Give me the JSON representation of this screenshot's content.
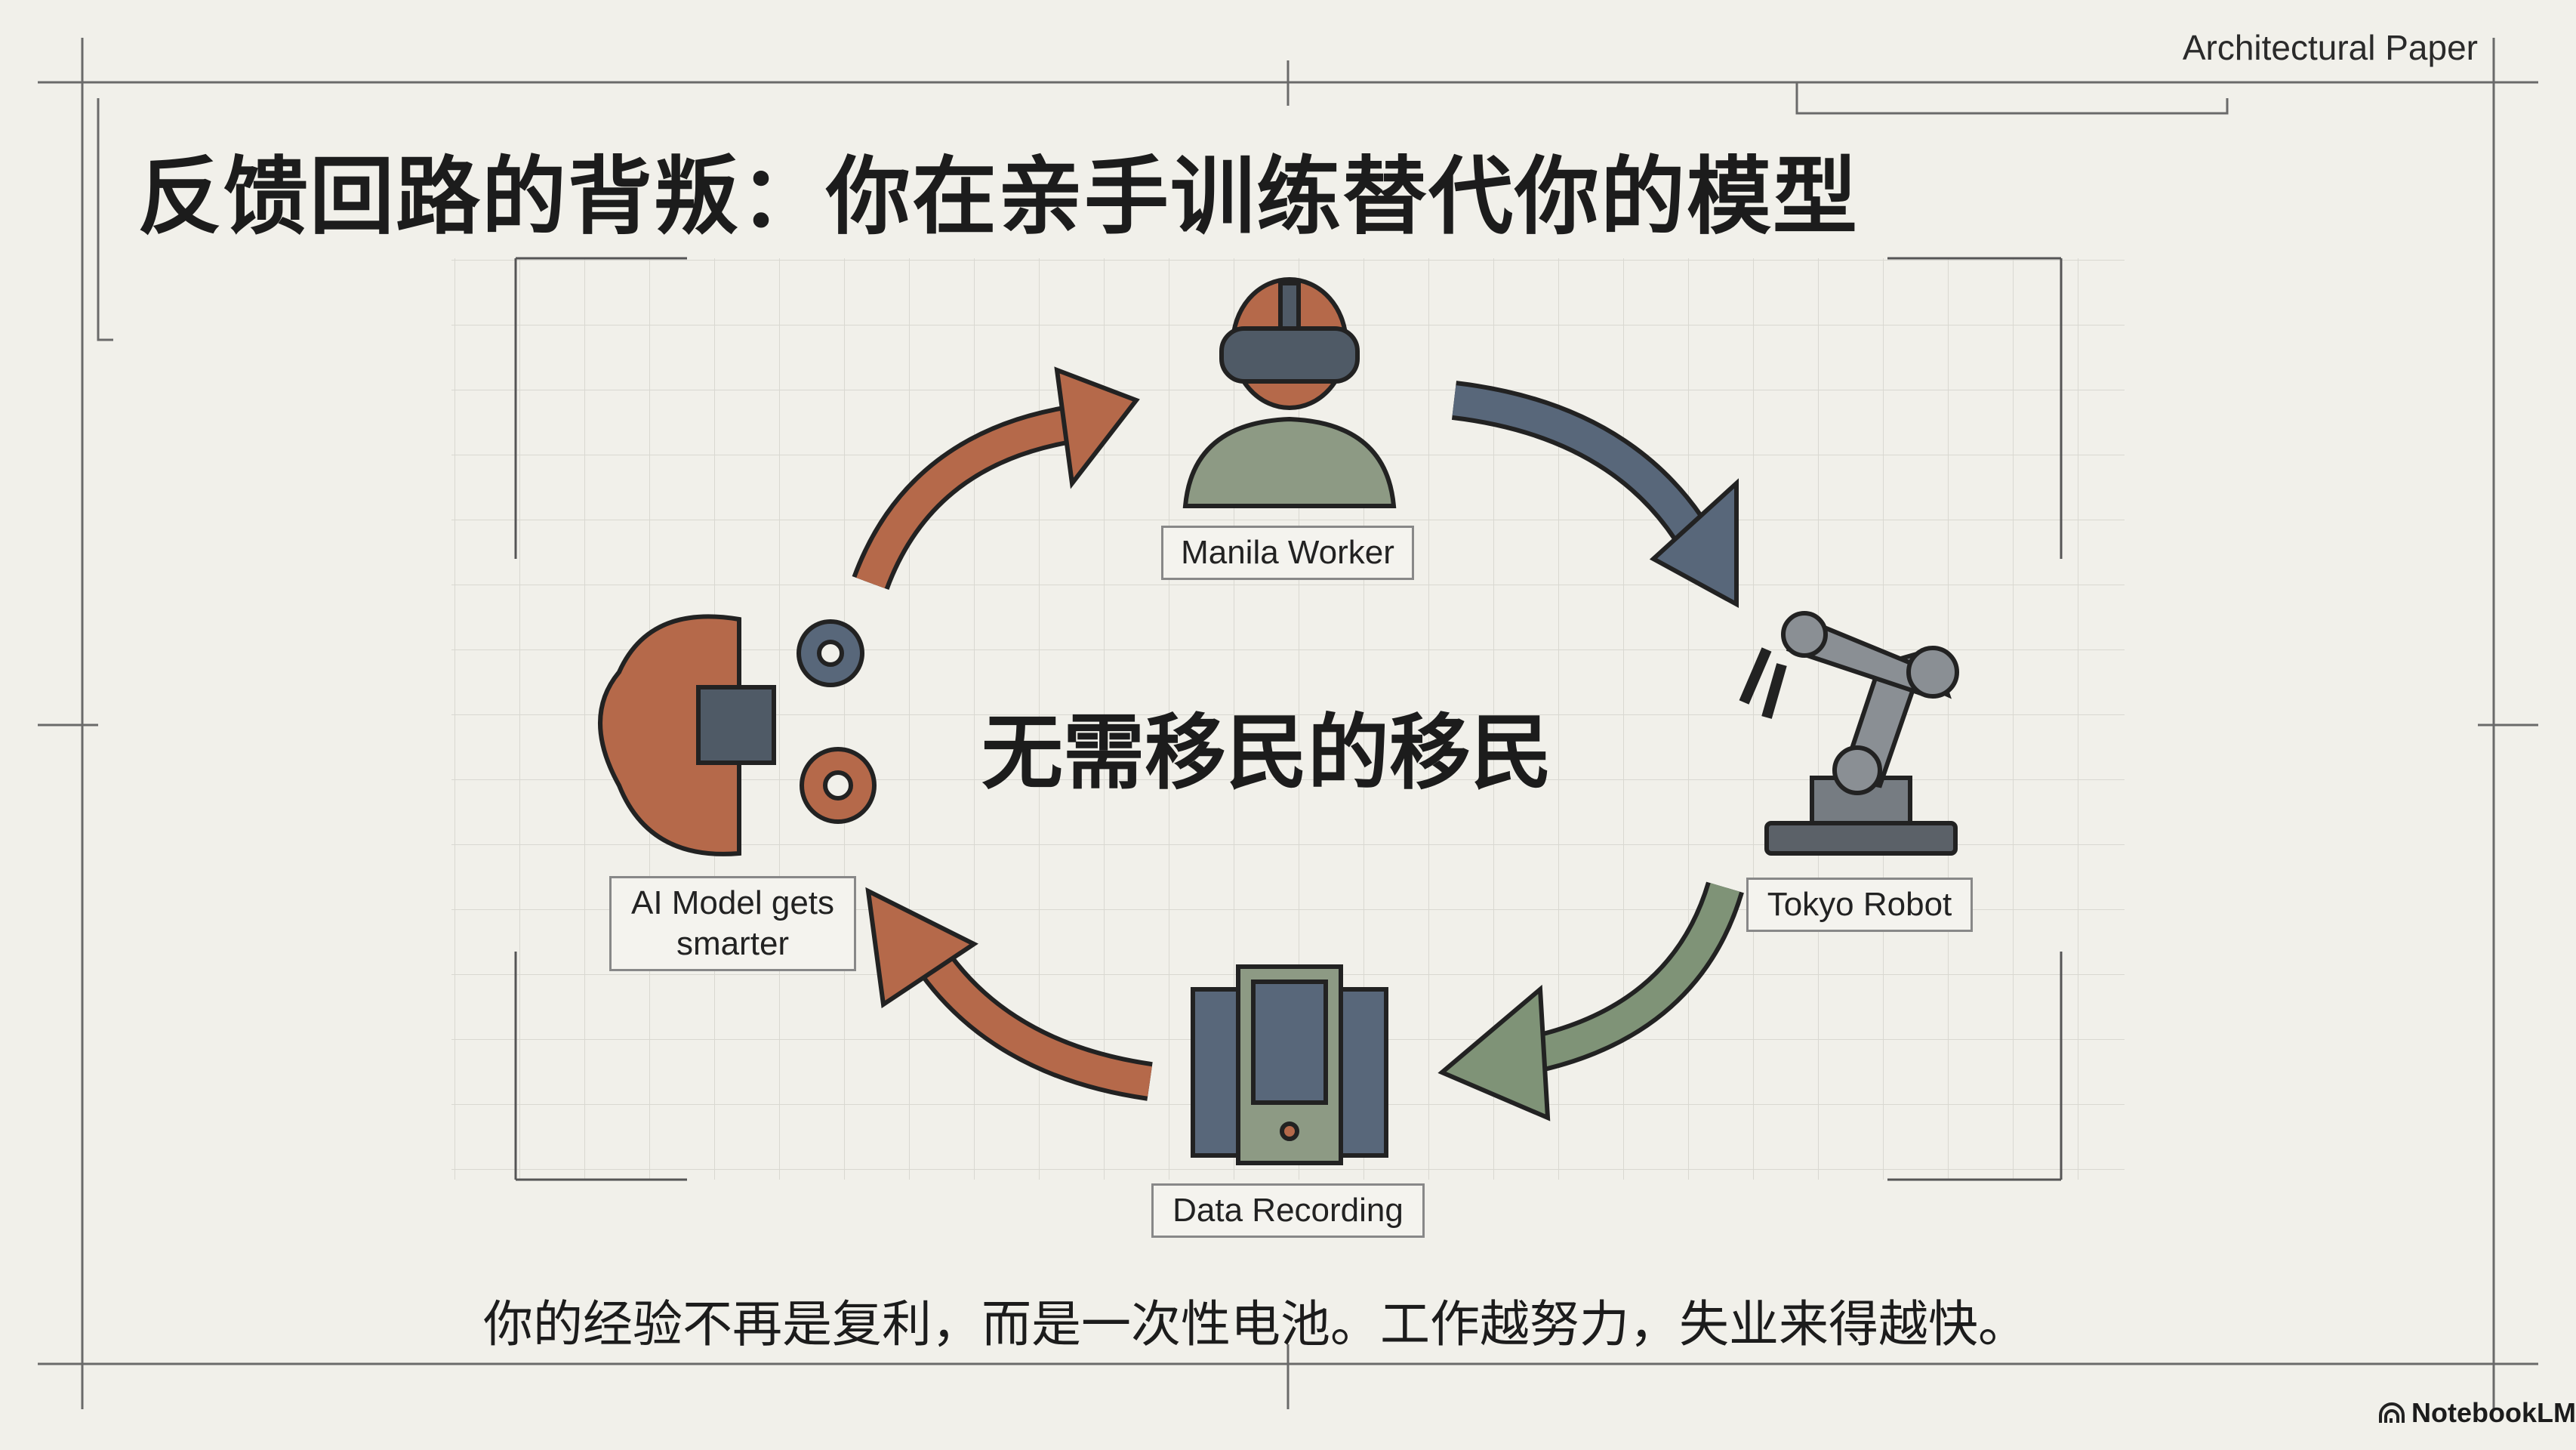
{
  "header": {
    "title": "反馈回路的背叛：你在亲手训练替代你的模型",
    "tag": "Architectural Paper"
  },
  "diagram": {
    "center_text": "无需移民的移民",
    "nodes": [
      {
        "label": "Manila Worker",
        "icon": "vr-worker-icon"
      },
      {
        "label": "Tokyo Robot",
        "icon": "robot-arm-icon"
      },
      {
        "label": "Data Recording",
        "icon": "server-icon"
      },
      {
        "label": "AI Model gets smarter",
        "icon": "brain-chip-icon"
      }
    ],
    "colors": {
      "brown": "#b5694a",
      "slate": "#58677a",
      "green": "#7f9377",
      "background": "#f1f0ea"
    }
  },
  "footer": {
    "caption": "你的经验不再是复利，而是一次性电池。工作越努力，失业来得越快。",
    "brand": "NotebookLM"
  }
}
